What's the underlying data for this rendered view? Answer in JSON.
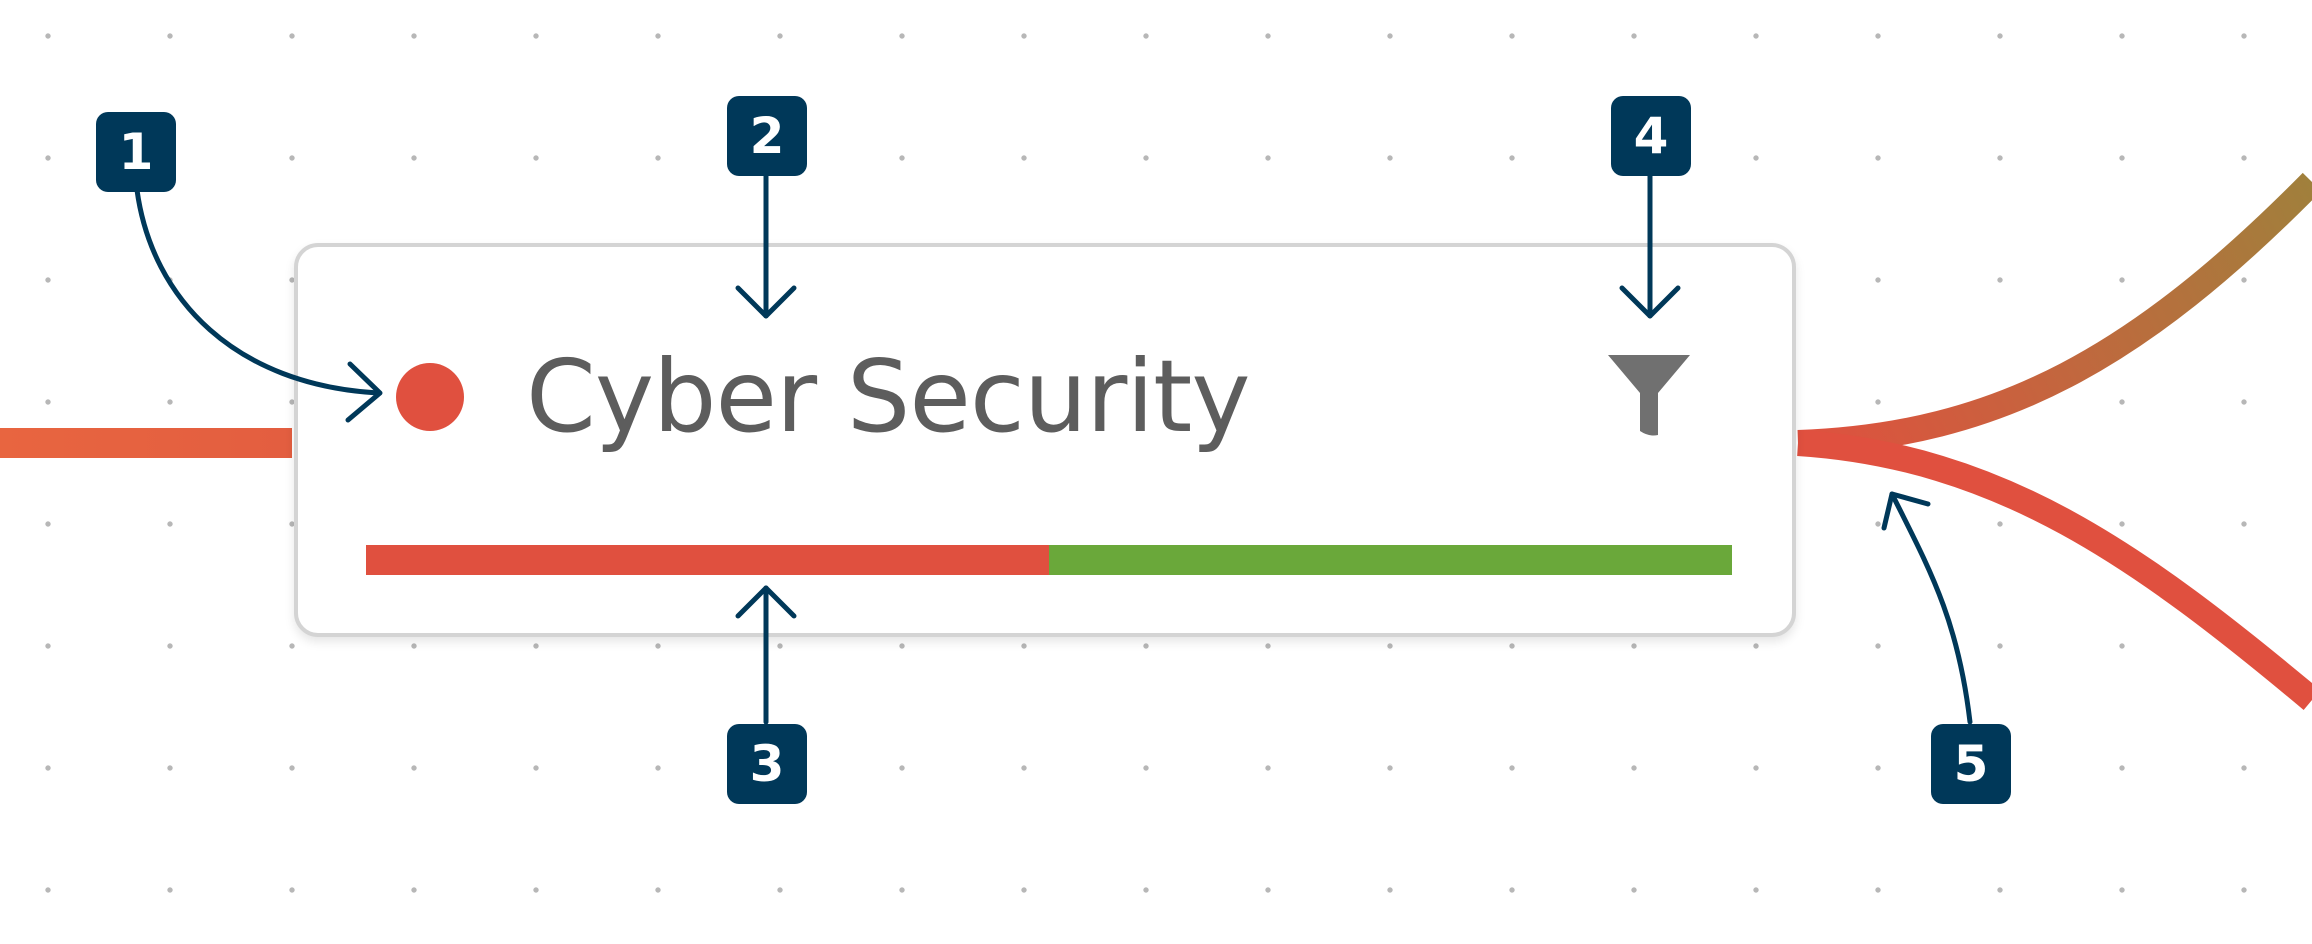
{
  "node": {
    "title": "Cyber Security",
    "status_color": "#e0503f",
    "progress": {
      "red_fraction": 0.5,
      "red_color": "#e0503f",
      "green_color": "#6aa83a"
    },
    "filter_icon": "funnel-icon",
    "filter_icon_color": "#707070"
  },
  "connectors": {
    "incoming_color": "#e35e40",
    "upper_branch_colors": [
      "#e0503f",
      "#a0803c"
    ],
    "lower_branch_color": "#e0503f"
  },
  "annotations": {
    "color": "#003859",
    "labels": [
      "1",
      "2",
      "3",
      "4",
      "5"
    ]
  }
}
